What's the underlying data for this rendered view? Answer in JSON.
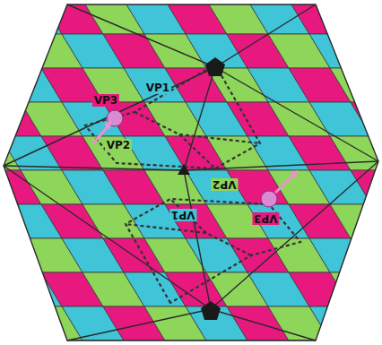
{
  "diagram": {
    "labels": [
      "VP1",
      "VP3",
      "VP2",
      "VP2",
      "VP3",
      "VP1"
    ]
  }
}
